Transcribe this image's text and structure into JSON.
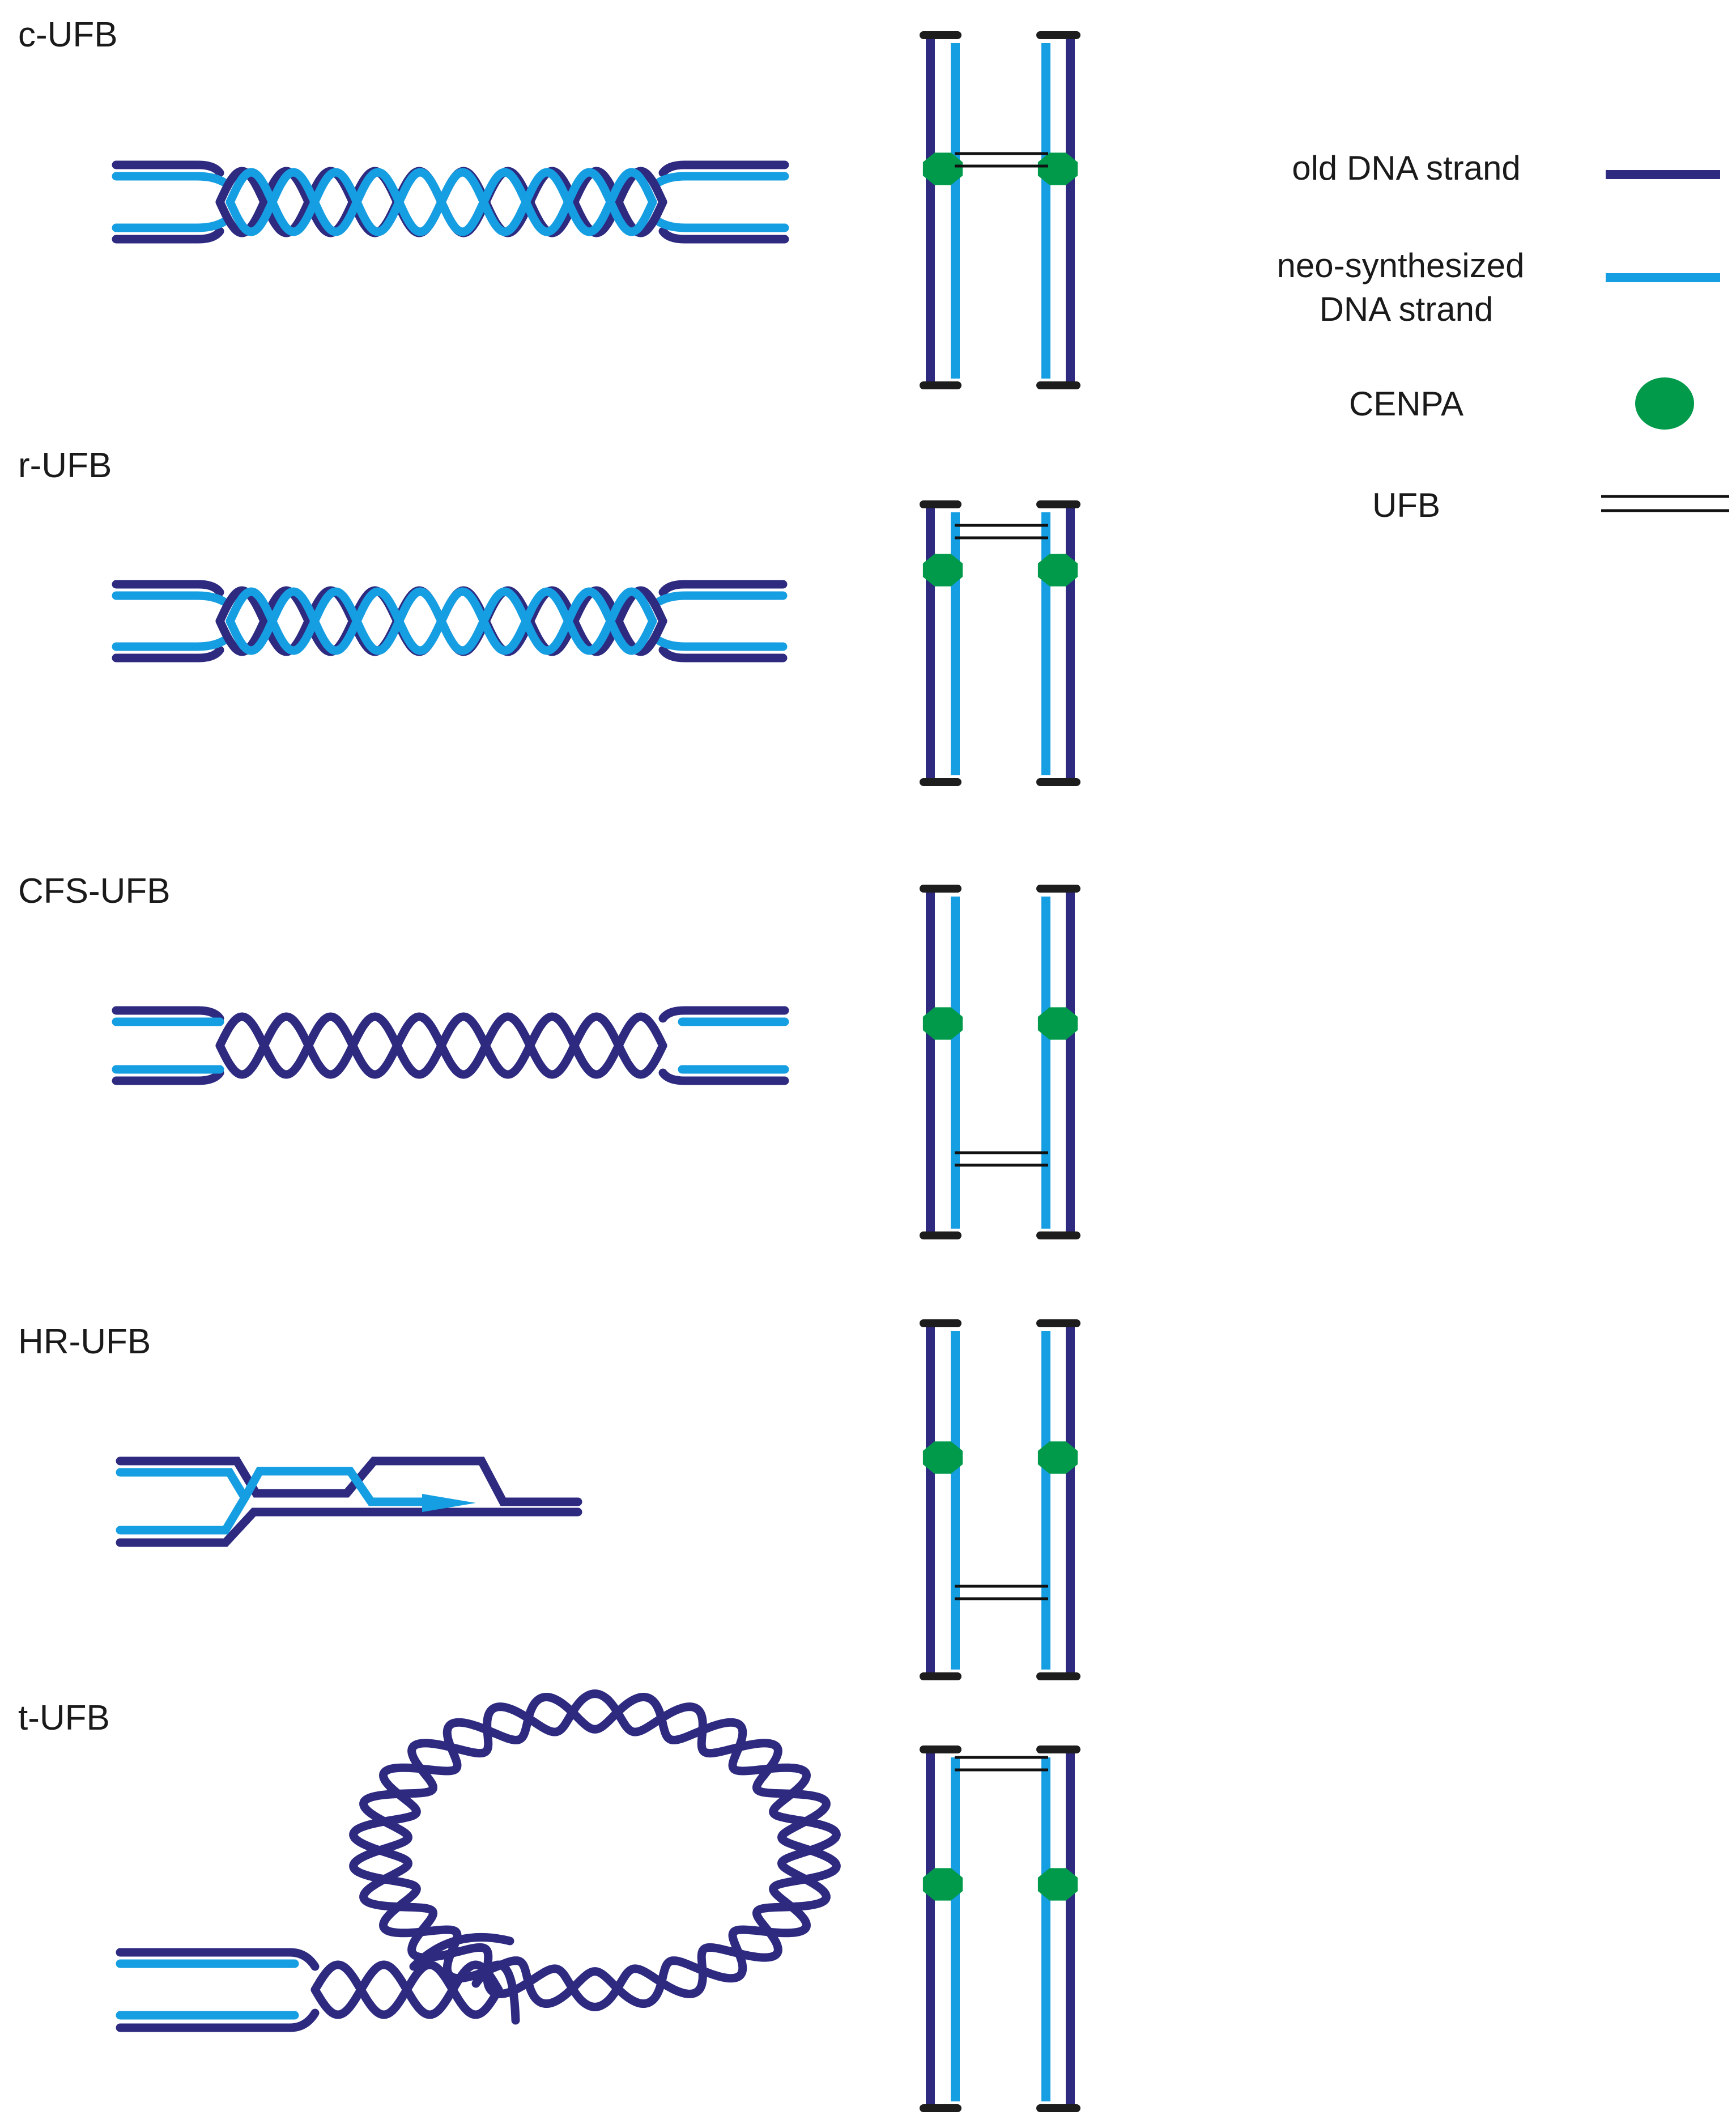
{
  "colors": {
    "old_strand": "#2e2a80",
    "neo_strand": "#159ee2",
    "cenpa": "#009a4a",
    "ufb": "#111111",
    "telomere_cap": "#1d1d1d"
  },
  "panels": [
    {
      "id": "c-ufb",
      "label": "c-UFB",
      "dna": "twisted-hybrid",
      "ufb_position": "centromere"
    },
    {
      "id": "r-ufb",
      "label": "r-UFB",
      "dna": "twisted-hybrid",
      "ufb_position": "above-centromere"
    },
    {
      "id": "cfs-ufb",
      "label": "CFS-UFB",
      "dna": "twisted-old-gap",
      "ufb_position": "lower-arm"
    },
    {
      "id": "hr-ufb",
      "label": "HR-UFB",
      "dna": "hr-intermediate",
      "ufb_position": "lower-arm"
    },
    {
      "id": "t-ufb",
      "label": "t-UFB",
      "dna": "telomere-loop",
      "ufb_position": "telomere"
    }
  ],
  "legend": {
    "items": [
      {
        "id": "old",
        "label_lines": [
          "old DNA strand"
        ],
        "symbol": "old-line"
      },
      {
        "id": "neo",
        "label_lines": [
          "neo-synthesized",
          "DNA strand"
        ],
        "symbol": "neo-line"
      },
      {
        "id": "cenpa",
        "label_lines": [
          "CENPA"
        ],
        "symbol": "green-dot"
      },
      {
        "id": "ufb",
        "label_lines": [
          "UFB"
        ],
        "symbol": "double-line"
      }
    ]
  }
}
